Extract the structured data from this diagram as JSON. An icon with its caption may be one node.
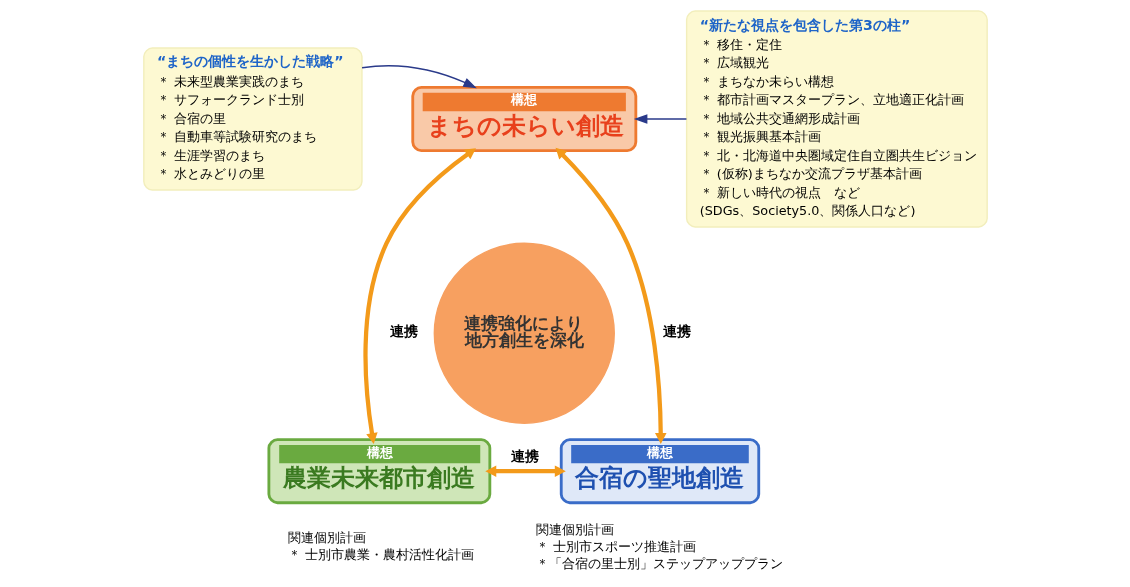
{
  "diagram": {
    "nodes": [
      {
        "text": [
          "“まちの個性を生かした戦略”",
          "＊ 未来型農業実践のまち",
          "＊ サフォークランド士別",
          "＊ 合宿の里",
          "＊ 自動車等試験研究のまち",
          "＊ 生涯学習のまち",
          "＊ 水とみどりの里"
        ]
      },
      {
        "text": [
          "構想",
          "まちの未らい創造"
        ]
      },
      {
        "text": [
          "“新たな視点を包含した第3の柱”",
          "＊ 移住・定住",
          "＊ 広域観光",
          "＊ まちなか未らい構想",
          "＊ 都市計画マスタープラン、立地適正化計画",
          "＊ 地域公共交通網形成計画",
          "＊ 観光振興基本計画",
          "＊ 北・北海道中央圏域定住自立圏共生ビジョン",
          "＊ (仮称)まちなか交流プラザ基本計画",
          "＊ 新しい時代の視点　など",
          "(SDGs、Society5.0、関係人口など)"
        ]
      },
      {
        "text": [
          "連携強化により地方創生を深化"
        ]
      },
      {
        "text": [
          "構想",
          "農業未来都市創造"
        ],
        "beside": [
          "関連個別計画",
          "＊ 士別市農業・農村活性化計画"
        ]
      },
      {
        "text": [
          "構想",
          "合宿の聖地創造"
        ],
        "beside": [
          "関連個別計画",
          "＊ 士別市スポーツ推進計画",
          "＊「合宿の里士別」ステップアッププラン"
        ]
      }
    ],
    "edges": [
      {
        "from": 0,
        "to": 1,
        "arrow": "to",
        "color": "#2a3a8a"
      },
      {
        "from": 2,
        "to": 1,
        "arrow": "to",
        "color": "#2a3a8a"
      },
      {
        "from": 1,
        "to": 4,
        "arrow": "both",
        "label": "連携"
      },
      {
        "from": 1,
        "to": 5,
        "arrow": "both",
        "label": "連携"
      },
      {
        "from": 4,
        "to": 5,
        "arrow": "both",
        "label": "連携"
      }
    ]
  }
}
